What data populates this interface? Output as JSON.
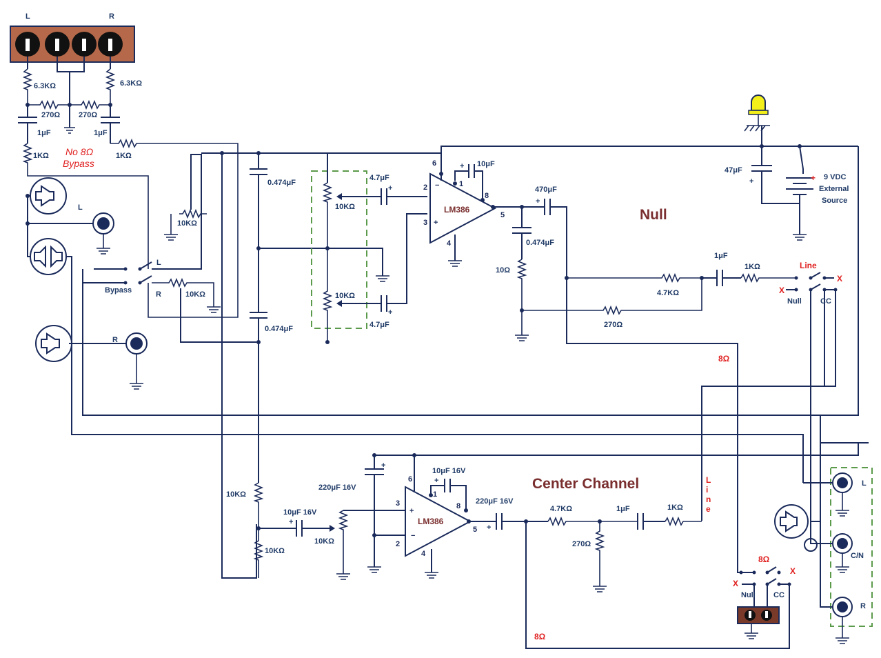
{
  "labels": {
    "l_top": "L",
    "r_top": "R",
    "r63_left": "6.3KΩ",
    "r63_right": "6.3KΩ",
    "r270_a": "270Ω",
    "r270_b": "270Ω",
    "c1_left": "1μF",
    "c1_right": "1μF",
    "r1k_left": "1KΩ",
    "r1k_right": "1KΩ",
    "no8_line1": "No 8Ω",
    "no8_line2": "Bypass",
    "pot10k_a": "10KΩ",
    "pot10k_b": "10KΩ",
    "c0474_a": "0.474μF",
    "c0474_b": "0.474μF",
    "pot10k_c": "10KΩ",
    "pot10k_d": "10KΩ",
    "c47_a": "4.7μF",
    "c47_b": "4.7μF",
    "sw_l": "L",
    "sw_r": "R",
    "bypass": "Bypass",
    "jack_l": "L",
    "jack_r": "R",
    "lm386_top": "LM386",
    "c10uf_top": "10μF",
    "c470": "470μF",
    "c0474_out": "0.474μF",
    "r10": "10Ω",
    "null_title": "Null",
    "c47uf": "47μF",
    "ext1": "9 VDC",
    "ext2": "External",
    "ext3": "Source",
    "r47k_top": "4.7KΩ",
    "r270_top": "270Ω",
    "c1uf_top": "1μF",
    "r1k_top": "1KΩ",
    "line_top": "Line",
    "x_a": "X",
    "x_b": "X",
    "null_sw": "Null",
    "cc_sw": "CC",
    "eight_a": "8Ω",
    "center_title": "Center Channel",
    "r10k_a": "10KΩ",
    "r10k_b": "10KΩ",
    "c10uf16": "10μF 16V",
    "pot10k_e": "10KΩ",
    "c220_left": "220μF 16V",
    "c10uf16_top": "10μF 16V",
    "lm386_bot": "LM386",
    "c220_right": "220μF 16V",
    "r47k_bot": "4.7KΩ",
    "r270_bot": "270Ω",
    "c1uf_bot": "1μF",
    "r1k_bot": "1KΩ",
    "line_vert": "Line",
    "eight_b": "8Ω",
    "x_c": "X",
    "x_d": "X",
    "null_sw2": "Null",
    "cc_sw2": "CC",
    "eight_c": "8Ω",
    "jack_out_l": "L",
    "jack_out_cn": "C/N",
    "jack_out_r": "R",
    "pin2": "2",
    "pin3": "3",
    "pin4": "4",
    "pin5": "5",
    "pin6": "6",
    "pin8": "8",
    "pin1": "1",
    "plus": "+",
    "minus": "−"
  },
  "colors": {
    "wire": "#1a2a5a",
    "terminal_block": "#b5694a",
    "led": "#f3ef1a",
    "dashed_group": "#5a9a4a",
    "red_text": "#e02020",
    "title_text": "#7a2e2e"
  }
}
